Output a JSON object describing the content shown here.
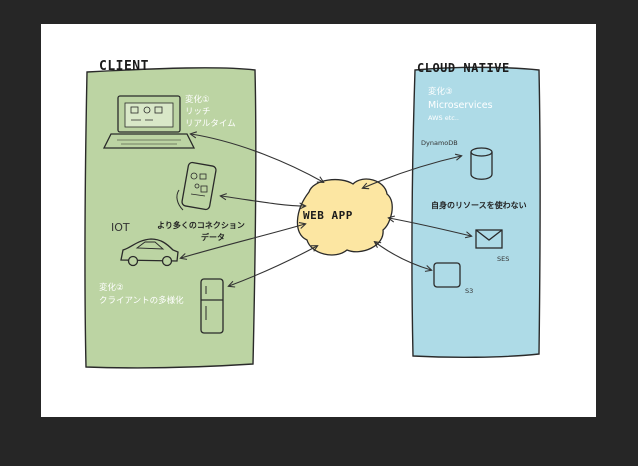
{
  "client": {
    "title": "CLIENT",
    "change1": {
      "tag": "変化①",
      "line1": "リッチ",
      "line2": "リアルタイム"
    },
    "iot": "IOT",
    "more_connections_line1": "より多くのコネクション",
    "more_connections_line2": "データ",
    "change2": {
      "tag": "変化②",
      "line1": "クライアントの多様化"
    }
  },
  "cloud": {
    "title": "CLOUD NATIVE",
    "change3": {
      "tag": "変化③",
      "line1": "Microservices",
      "line2": "AWS etc.."
    },
    "dynamodb": "DynamoDB",
    "own_resources": "自身のリソースを使わない",
    "ses": "SES",
    "s3": "S3"
  },
  "center": {
    "title": "WEB APP"
  },
  "colors": {
    "client_panel": "#bcd4a3",
    "cloud_panel": "#aedbe7",
    "web_app_blob": "#fce6a2",
    "frame_background": "#262626"
  }
}
